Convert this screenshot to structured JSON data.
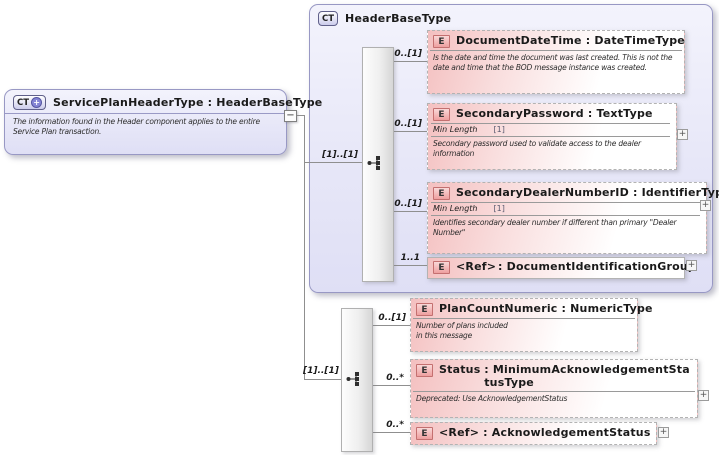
{
  "icons": {
    "collapse": "−",
    "expand": "+"
  },
  "element_badge": "E",
  "left_box": {
    "badge": "CT",
    "name": "ServicePlanHeaderType",
    "type": ": HeaderBaseType",
    "description": "The information found in the Header component applies to the entire Service Plan transaction."
  },
  "container": {
    "badge": "CT",
    "title": "HeaderBaseType"
  },
  "top_group": {
    "cardinality": "[1]..[1]",
    "compositor": "sequence",
    "elements": [
      {
        "cardinality": "0..[1]",
        "name": "DocumentDateTime",
        "type": ": DateTimeType",
        "description": "Is the date and time the document was last created. This is not the date and time that the BOD message instance was created."
      },
      {
        "cardinality": "0..[1]",
        "name": "SecondaryPassword",
        "type": ": TextType",
        "facet": {
          "name": "Min Length",
          "value": "[1]"
        },
        "description": "Secondary password used to validate access to the dealer information"
      },
      {
        "cardinality": "0..[1]",
        "name": "SecondaryDealerNumberID",
        "type": ": IdentifierType",
        "facet": {
          "name": "Min Length",
          "value": "[1]"
        },
        "description": "Identifies secondary dealer number if different than primary \"Dealer Number\""
      },
      {
        "cardinality": "1..1",
        "name": "<Ref>",
        "type": ": DocumentIdentificationGroup"
      }
    ]
  },
  "bottom_group": {
    "cardinality": "[1]..[1]",
    "compositor": "sequence",
    "elements": [
      {
        "cardinality": "0..[1]",
        "name": "PlanCountNumeric",
        "type": ": NumericType",
        "description": "Number of plans included\nin this message"
      },
      {
        "cardinality": "0..*",
        "name": "Status",
        "type": ": MinimumAcknowledgementStatusType",
        "description": "Deprecated: Use AcknowledgementStatus"
      },
      {
        "cardinality": "0..*",
        "name": "<Ref>",
        "type": ": AcknowledgementStatus"
      }
    ]
  },
  "colors": {
    "container_fill": "#e9e9f8",
    "container_border": "#9898c4",
    "element_pink": "#f4c0c0",
    "element_border": "#b3b3b3",
    "badge_border": "#c47070",
    "connector": "#8f8f8f"
  }
}
